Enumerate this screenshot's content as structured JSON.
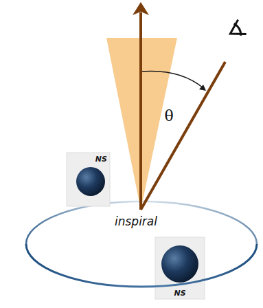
{
  "diagram": {
    "nodes": [
      {
        "text": [
          "NS"
        ]
      },
      {
        "text": [
          "NS"
        ]
      }
    ],
    "labels": [
      "θ",
      "inspiral"
    ]
  }
}
